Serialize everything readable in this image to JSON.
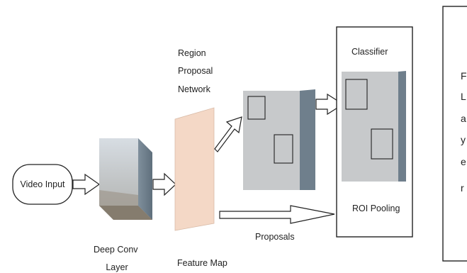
{
  "nodes": {
    "video_input": "Video Input",
    "deep_conv": [
      "Deep Conv",
      "Layer"
    ],
    "rpn": [
      "Region",
      "Proposal",
      "Network"
    ],
    "feature_map": "Feature Map",
    "proposals": "Proposals",
    "classifier": "Classifier",
    "roi_pooling": "ROI Pooling"
  },
  "side_box_lines": [
    "FC",
    "L",
    "a",
    "y",
    "e",
    "r"
  ],
  "colors": {
    "block_front": "#c4c4c4",
    "block_side": "#6f7f8c",
    "block_bottom": "#857c6e",
    "feature_map": "#f4d8c6",
    "stroke": "#222222"
  }
}
